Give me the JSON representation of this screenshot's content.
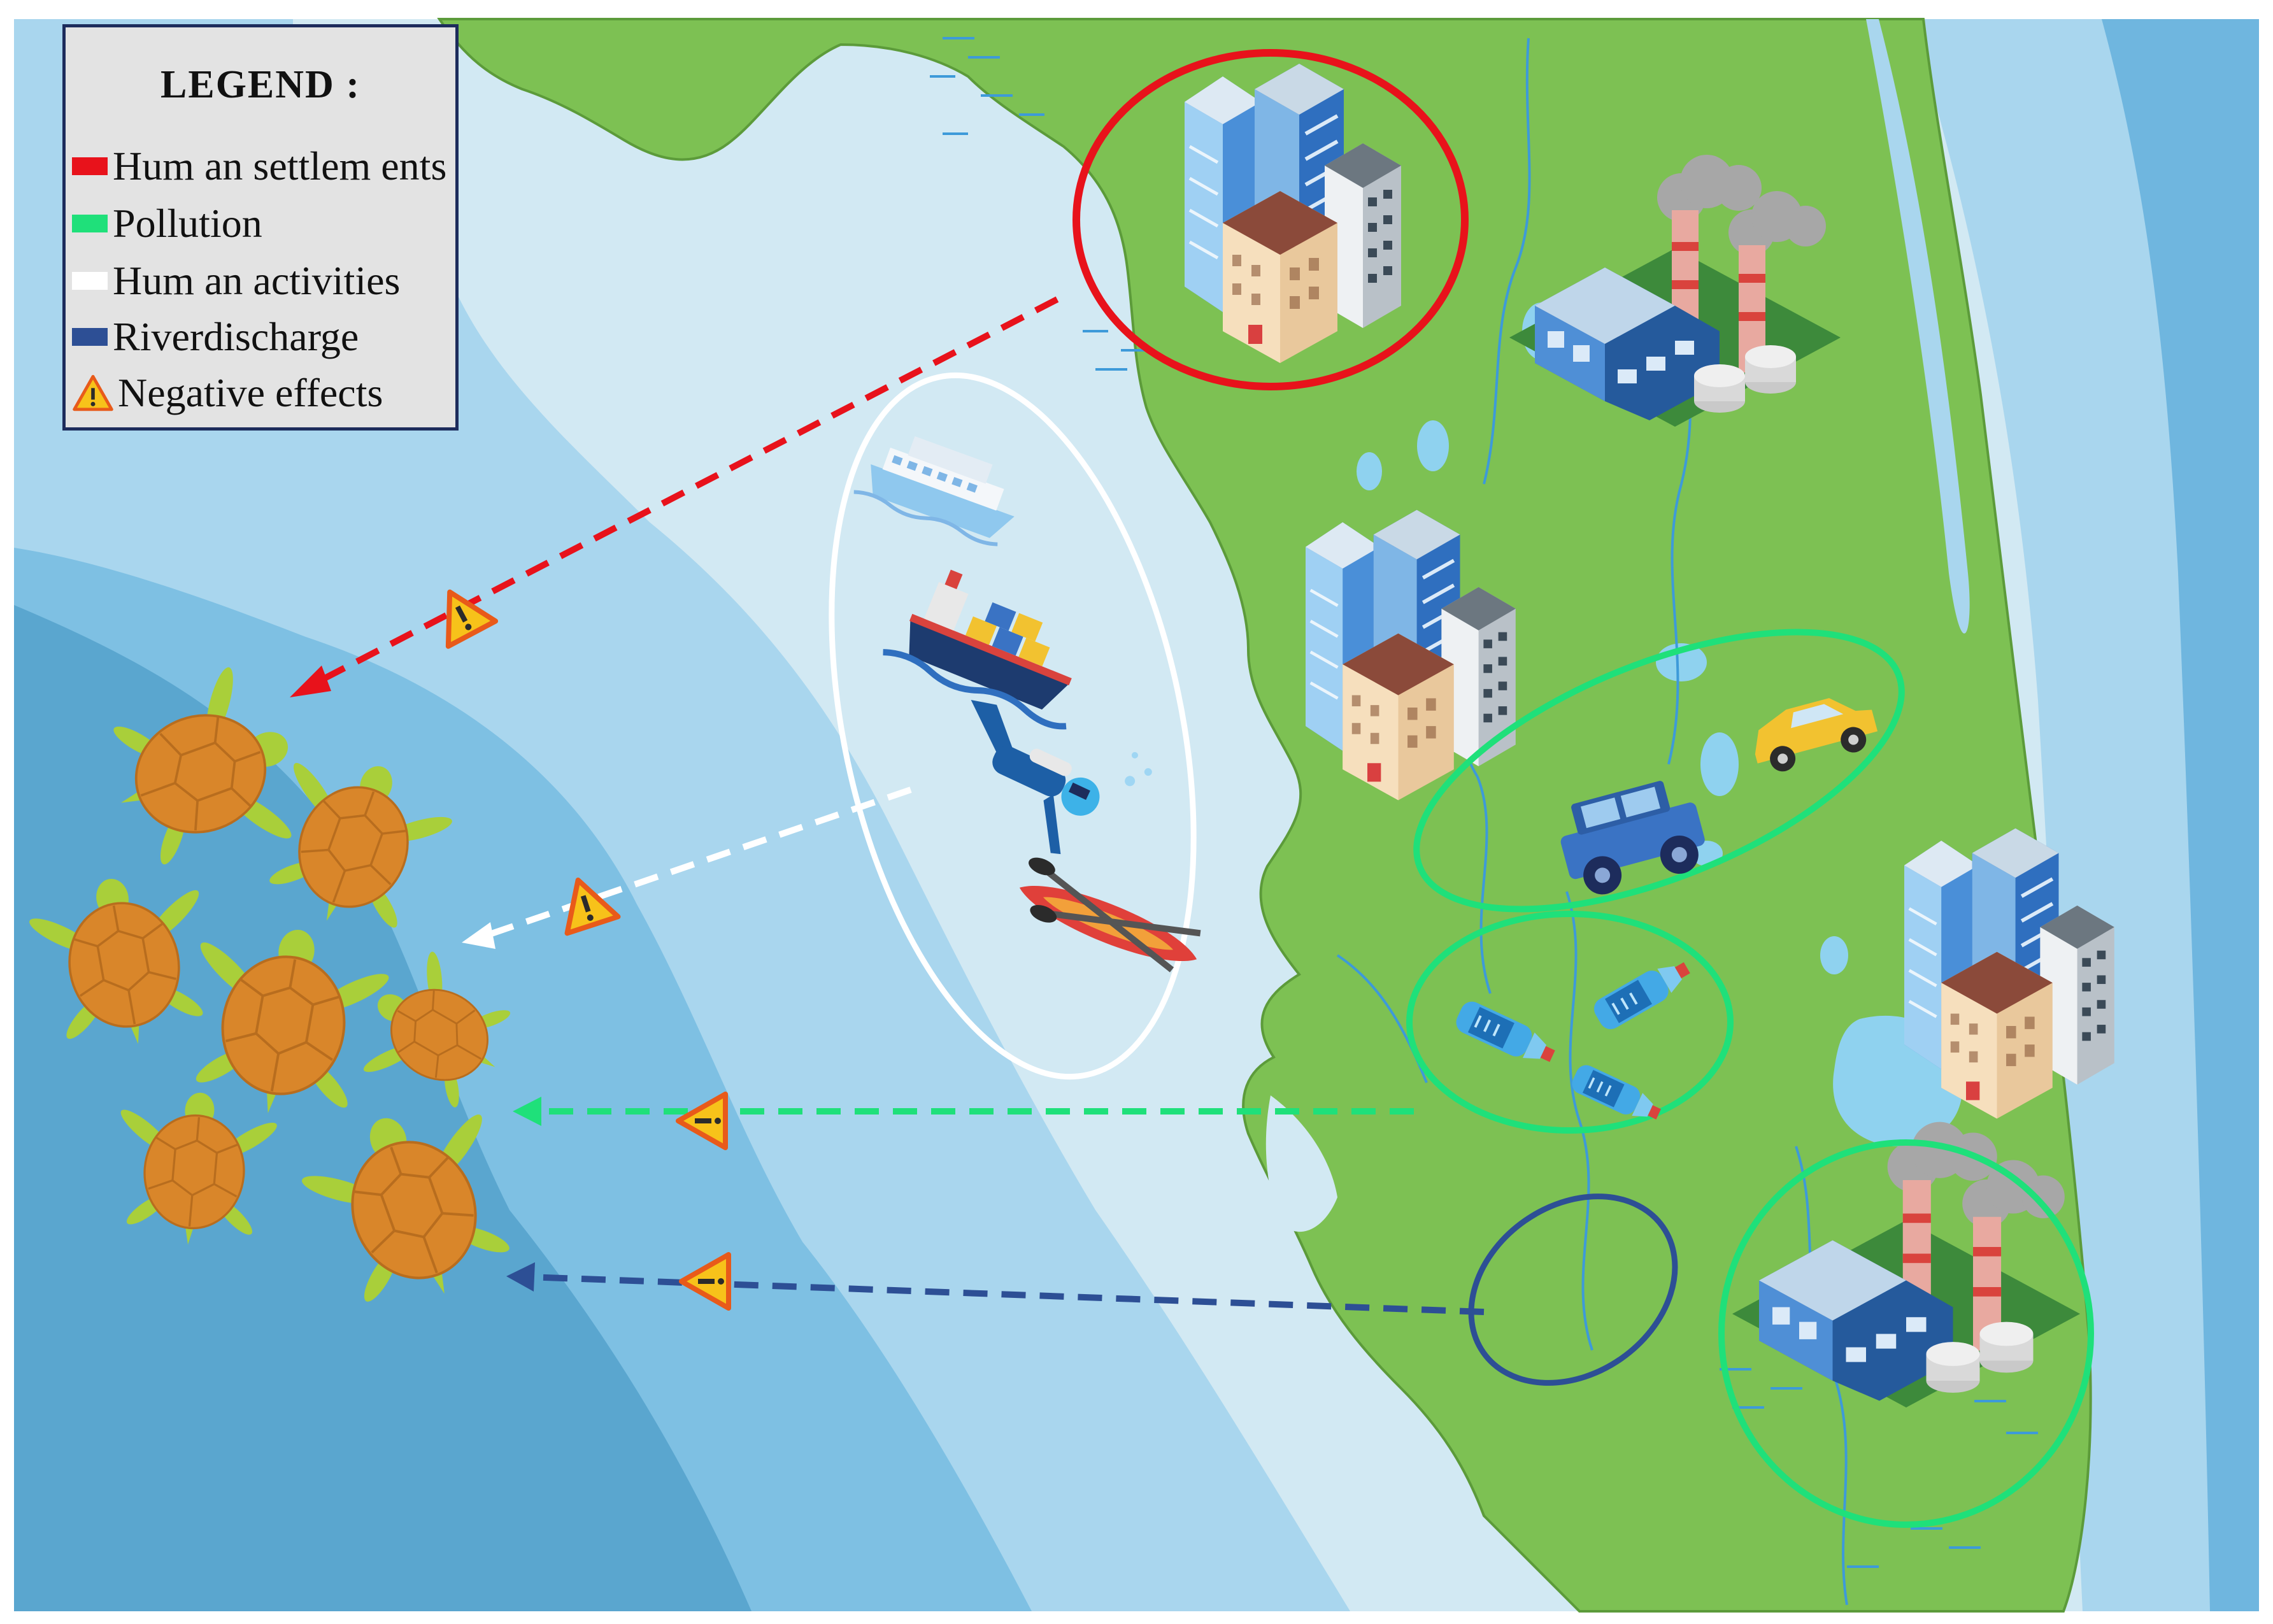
{
  "legend": {
    "title": "LEGEND :",
    "items": [
      {
        "label": "Hum an settlem ents",
        "color": "#e8121b",
        "marker": "swatch"
      },
      {
        "label": "Pollution",
        "color": "#1fe07a",
        "marker": "swatch"
      },
      {
        "label": "Hum an activities",
        "color": "#ffffff",
        "marker": "swatch"
      },
      {
        "label": "Riverdischarge",
        "color": "#2d4f95",
        "marker": "swatch"
      },
      {
        "label": "Negative effects",
        "color": "#f7b21a",
        "marker": "warning-icon"
      }
    ]
  },
  "colors": {
    "land": "#7dc153",
    "ocean_deep": "#5aa6cf",
    "ocean_mid": "#7ec0e3",
    "ocean_light": "#a9d6ee",
    "ocean_shallow": "#d2e9f3",
    "settlement": "#e8121b",
    "pollution": "#1fe07a",
    "activities": "#ffffff",
    "river": "#2d4f95",
    "turtle_shell": "#d9862a",
    "turtle_limb": "#a9cf3a"
  },
  "icons": [
    "city-buildings-icon",
    "factory-icon",
    "cruise-ship-icon",
    "cargo-ship-icon",
    "scuba-diver-icon",
    "kayak-icon",
    "car-icon",
    "jeep-icon",
    "plastic-bottle-icon",
    "sea-turtle-icon",
    "warning-icon"
  ]
}
